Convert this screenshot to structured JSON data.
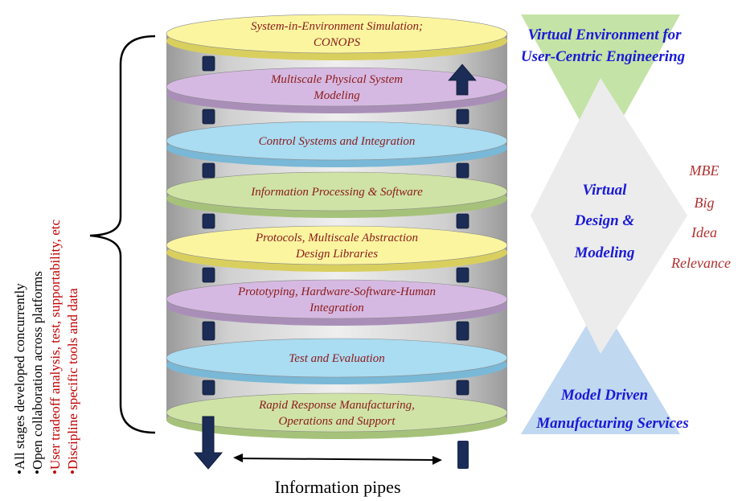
{
  "colors": {
    "yellow": "#fbf5a0",
    "purple": "#d6b9e2",
    "blue": "#aadcf2",
    "green": "#cfe3a6",
    "pipe": "#1b2c56",
    "disk_text": "#8b1a1a",
    "blue_label": "#1a1ad6",
    "red_label": "#b03030"
  },
  "layers": [
    {
      "lines": [
        "System-in-Environment Simulation;",
        "CONOPS"
      ],
      "color": "yellow"
    },
    {
      "lines": [
        "Multiscale Physical System",
        "Modeling"
      ],
      "color": "purple"
    },
    {
      "lines": [
        "Control Systems and Integration"
      ],
      "color": "blue"
    },
    {
      "lines": [
        "Information Processing & Software"
      ],
      "color": "green"
    },
    {
      "lines": [
        "Protocols, Multiscale Abstraction",
        "Design Libraries"
      ],
      "color": "yellow"
    },
    {
      "lines": [
        "Prototyping, Hardware-Software-Human",
        "Integration"
      ],
      "color": "purple"
    },
    {
      "lines": [
        "Test and Evaluation"
      ],
      "color": "blue"
    },
    {
      "lines": [
        "Rapid Response Manufacturing,",
        "Operations and Support"
      ],
      "color": "green"
    }
  ],
  "bullets": [
    {
      "text": "•All stages developed concurrently",
      "color": "black"
    },
    {
      "text": "•Open collaboration across platforms",
      "color": "black"
    },
    {
      "text": "•User tradeoff analysis, test, supportability, etc",
      "color": "red"
    },
    {
      "text": "•Discipline specific tools and data",
      "color": "red"
    }
  ],
  "top_label": [
    "Virtual Environment for",
    "User-Centric Engineering"
  ],
  "middle_label": [
    "Virtual",
    "Design &",
    "Modeling"
  ],
  "bottom_label": [
    "Model Driven",
    "Manufacturing Services"
  ],
  "side_words": [
    "MBE",
    "Big",
    "Idea",
    "Relevance"
  ],
  "pipes_label": "Information pipes"
}
